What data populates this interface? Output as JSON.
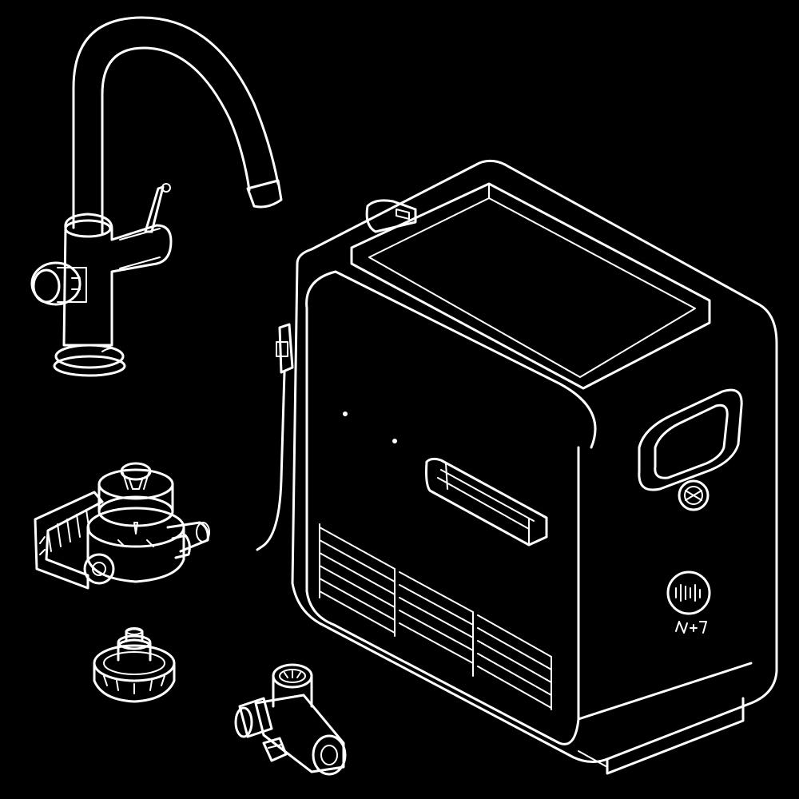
{
  "figure": {
    "background": "#000000",
    "line_color": "#ffffff",
    "components": [
      {
        "name": "faucet",
        "icon": "kitchen-faucet-icon"
      },
      {
        "name": "water-heater-tank",
        "icon": "water-heater-icon"
      },
      {
        "name": "filter-head-bracket",
        "icon": "filter-head-icon"
      },
      {
        "name": "filter-adapter-fitting",
        "icon": "fitting-icon"
      },
      {
        "name": "pressure-reducing-valve",
        "icon": "valve-gauge-icon"
      }
    ],
    "logo_mark": "brand-logo-icon"
  }
}
